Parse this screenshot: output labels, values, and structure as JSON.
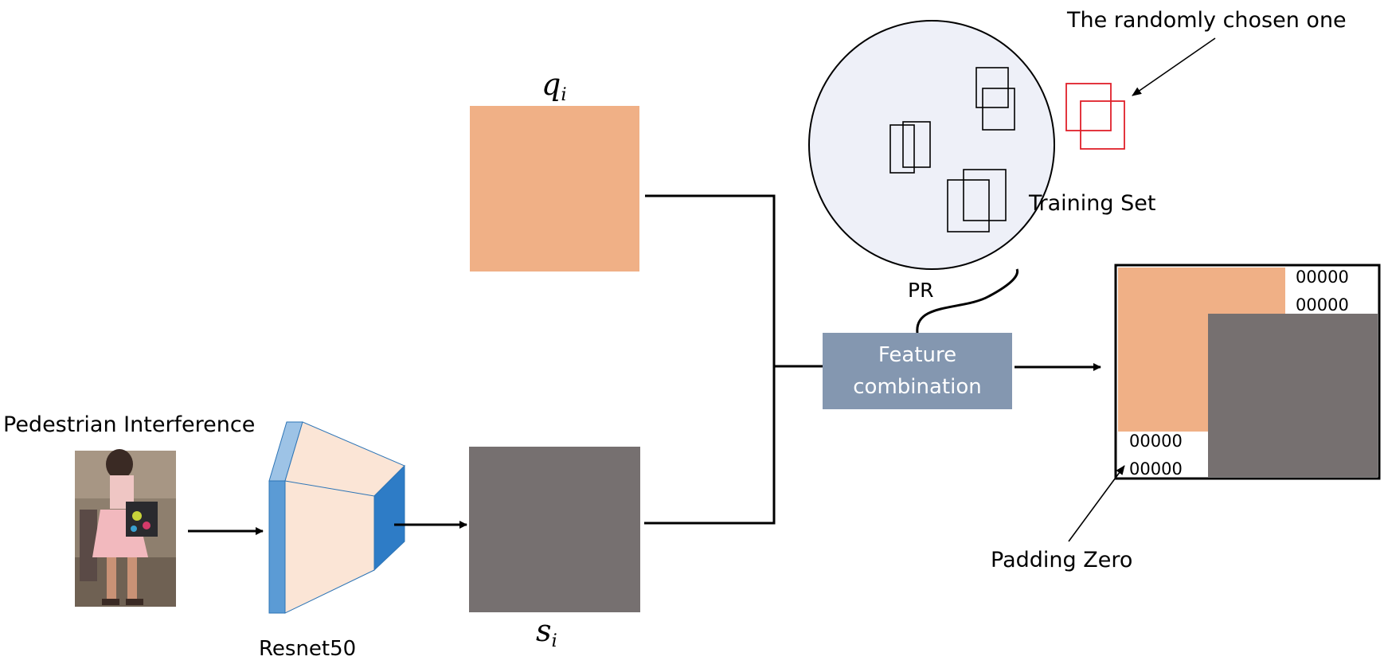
{
  "labels": {
    "pedestrian_interference": "Pedestrian Interference",
    "resnet": "Resnet50",
    "q_symbol": "q",
    "q_sub": "i",
    "s_symbol": "s",
    "s_sub": "i",
    "feature_combination_line1": "Feature",
    "feature_combination_line2": "combination",
    "pr": "PR",
    "training_set": "Training Set",
    "randomly_chosen": "The randomly chosen one",
    "padding_zero": "Padding Zero",
    "zeros_top_1": "00000",
    "zeros_top_2": "00000",
    "zeros_bottom_1": "00000",
    "zeros_bottom_2": "00000"
  },
  "colors": {
    "q_feature": "#F0B086",
    "s_feature": "#767070",
    "feature_combination_box": "#8497B0",
    "training_set_fill": "#EEF0F8",
    "chosen_sample": "#E0202A",
    "resnet_front": "#FBE5D6",
    "resnet_left": "#5B9BD5",
    "resnet_right": "#2E7CC6",
    "resnet_top": "#9DC3E6"
  },
  "icons": {
    "pedestrian_image": "pedestrian-photo",
    "resnet_block": "cnn-block-icon"
  }
}
